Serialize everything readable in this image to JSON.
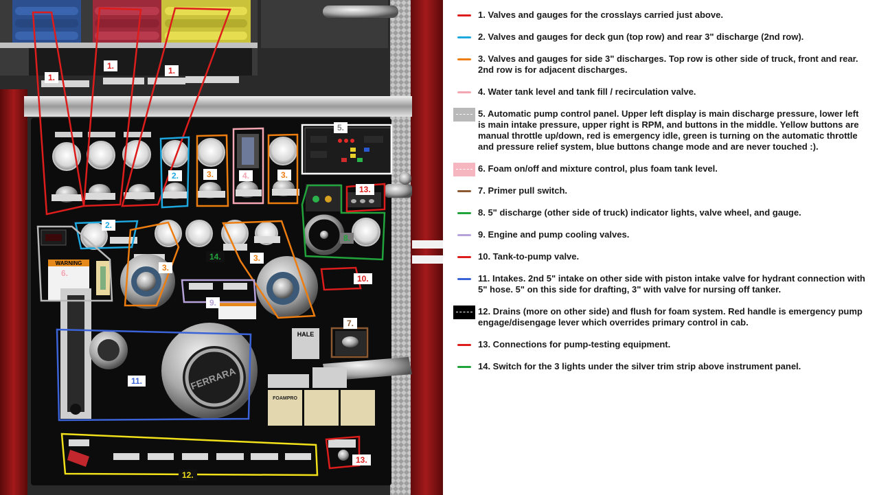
{
  "colors": {
    "red": "#dd1c1c",
    "cyan": "#1ea8e0",
    "orange": "#ee7d10",
    "pink": "#f4a6b2",
    "gray": "#b9b9b9",
    "pinkfill": "#f5b6bf",
    "brown": "#8b5a33",
    "green": "#22a43c",
    "lavender": "#b6a2d8",
    "blue": "#3b63d8",
    "black": "#000000",
    "yellow": "#f2e11a"
  },
  "legend": [
    {
      "color": "red",
      "kind": "line",
      "text": "1.  Valves and gauges for the crosslays carried just above."
    },
    {
      "color": "cyan",
      "kind": "line",
      "text": "2.  Valves and gauges for deck gun (top row) and rear 3\" discharge (2nd row)."
    },
    {
      "color": "orange",
      "kind": "line",
      "text": "3.  Valves and gauges for side 3\" discharges.  Top row is other side of truck, front and rear.  2nd row is for adjacent discharges."
    },
    {
      "color": "pink",
      "kind": "line",
      "text": "4.  Water tank level and tank fill / recirculation valve."
    },
    {
      "color": "gray",
      "kind": "box",
      "text": "5.  Automatic pump control panel.  Upper left display is main discharge pressure, lower left is main intake pressure, upper right is RPM, and buttons in the middle.  Yellow buttons are manual throttle up/down, red is emergency idle, green is turning on the automatic throttle and pressure relief system, blue buttons change mode and are never touched :)."
    },
    {
      "color": "pinkfill",
      "kind": "box",
      "text": "6.  Foam on/off and mixture control, plus foam tank level."
    },
    {
      "color": "brown",
      "kind": "line",
      "text": "7.  Primer pull switch."
    },
    {
      "color": "green",
      "kind": "line",
      "text": "8.  5\" discharge (other side of truck) indicator lights, valve wheel, and gauge."
    },
    {
      "color": "lavender",
      "kind": "line",
      "text": "9.  Engine and pump cooling valves."
    },
    {
      "color": "red",
      "kind": "line",
      "text": "10.  Tank-to-pump valve."
    },
    {
      "color": "blue",
      "kind": "line",
      "text": "11.  Intakes.  2nd 5\" intake on other side with piston intake valve for hydrant connection with 5\" hose.  5\" on this side for drafting, 3\" with valve for nursing off tanker."
    },
    {
      "color": "black",
      "kind": "box",
      "text": "12.  Drains (more on other side) and flush for foam system.  Red handle is emergency pump engage/disengage lever which overrides primary control in cab."
    },
    {
      "color": "red",
      "kind": "line",
      "text": "13.  Connections for pump-testing equipment."
    },
    {
      "color": "green",
      "kind": "line",
      "text": "14.  Switch for the 3 lights under the silver trim strip above instrument panel."
    }
  ],
  "callouts": {
    "c1a": "1.",
    "c1b": "1.",
    "c1c": "1.",
    "c2a": "2.",
    "c2b": "2.",
    "c3a": "3.",
    "c3b": "3.",
    "c3c": "3.",
    "c3d": "3.",
    "c4": "4.",
    "c5": "5.",
    "c6": "6.",
    "c7": "7.",
    "c8": "8.",
    "c9": "9.",
    "c10": "10.",
    "c11": "11.",
    "c12": "12.",
    "c13a": "13.",
    "c13b": "13.",
    "c14": "14."
  },
  "panel_text": {
    "foampro": "FOAMPRO",
    "brand": "FERRARA",
    "warning": "WARNING",
    "hale": "HALE"
  }
}
